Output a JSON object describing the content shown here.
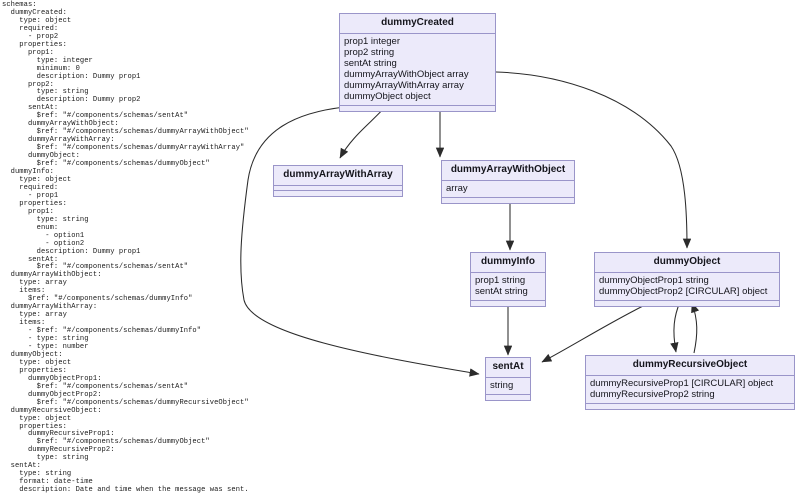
{
  "editor": {
    "language": "yaml",
    "source": "schemas:\n  dummyCreated:\n    type: object\n    required:\n      - prop2\n    properties:\n      prop1:\n        type: integer\n        minimum: 0\n        description: Dummy prop1\n      prop2:\n        type: string\n        description: Dummy prop2\n      sentAt:\n        $ref: \"#/components/schemas/sentAt\"\n      dummyArrayWithObject:\n        $ref: \"#/components/schemas/dummyArrayWithObject\"\n      dummyArrayWithArray:\n        $ref: \"#/components/schemas/dummyArrayWithArray\"\n      dummyObject:\n        $ref: \"#/components/schemas/dummyObject\"\n  dummyInfo:\n    type: object\n    required:\n      - prop1\n    properties:\n      prop1:\n        type: string\n        enum:\n          - option1\n          - option2\n        description: Dummy prop1\n      sentAt:\n        $ref: \"#/components/schemas/sentAt\"\n  dummyArrayWithObject:\n    type: array\n    items:\n      $ref: \"#/components/schemas/dummyInfo\"\n  dummyArrayWithArray:\n    type: array\n    items:\n      - $ref: \"#/components/schemas/dummyInfo\"\n      - type: string\n      - type: number\n  dummyObject:\n    type: object\n    properties:\n      dummyObjectProp1:\n        $ref: \"#/components/schemas/sentAt\"\n      dummyObjectProp2:\n        $ref: \"#/components/schemas/dummyRecursiveObject\"\n  dummyRecursiveObject:\n    type: object\n    properties:\n      dummyRecursiveProp1:\n        $ref: \"#/components/schemas/dummyObject\"\n      dummyRecursiveProp2:\n        type: string\n  sentAt:\n    type: string\n    format: date-time\n    description: Date and time when the message was sent."
  },
  "diagram": {
    "colors": {
      "box_fill": "#eceafa",
      "box_border": "#9a95c9",
      "edge": "#2b2b2b",
      "text": "#15151c",
      "background": "#ffffff"
    },
    "nodes": [
      {
        "id": "dummyCreated",
        "title": "dummyCreated",
        "attributes": [
          "prop1 integer",
          "prop2 string",
          "sentAt string",
          "dummyArrayWithObject array",
          "dummyArrayWithArray array",
          "dummyObject object"
        ]
      },
      {
        "id": "dummyArrayWithArray",
        "title": "dummyArrayWithArray",
        "attributes": []
      },
      {
        "id": "dummyArrayWithObject",
        "title": "dummyArrayWithObject",
        "attributes": [
          "array"
        ]
      },
      {
        "id": "dummyInfo",
        "title": "dummyInfo",
        "attributes": [
          "prop1 string",
          "sentAt string"
        ]
      },
      {
        "id": "dummyObject",
        "title": "dummyObject",
        "attributes": [
          "dummyObjectProp1 string",
          "dummyObjectProp2 [CIRCULAR] object"
        ]
      },
      {
        "id": "sentAt",
        "title": "sentAt",
        "attributes": [
          "string"
        ]
      },
      {
        "id": "dummyRecursiveObject",
        "title": "dummyRecursiveObject",
        "attributes": [
          "dummyRecursiveProp1 [CIRCULAR] object",
          "dummyRecursiveProp2 string"
        ]
      }
    ],
    "edges": [
      {
        "from": "dummyCreated",
        "to": "sentAt"
      },
      {
        "from": "dummyCreated",
        "to": "dummyArrayWithArray"
      },
      {
        "from": "dummyCreated",
        "to": "dummyArrayWithObject"
      },
      {
        "from": "dummyCreated",
        "to": "dummyObject"
      },
      {
        "from": "dummyArrayWithObject",
        "to": "dummyInfo"
      },
      {
        "from": "dummyInfo",
        "to": "sentAt"
      },
      {
        "from": "dummyObject",
        "to": "sentAt"
      },
      {
        "from": "dummyObject",
        "to": "dummyRecursiveObject"
      },
      {
        "from": "dummyRecursiveObject",
        "to": "dummyObject"
      }
    ]
  }
}
